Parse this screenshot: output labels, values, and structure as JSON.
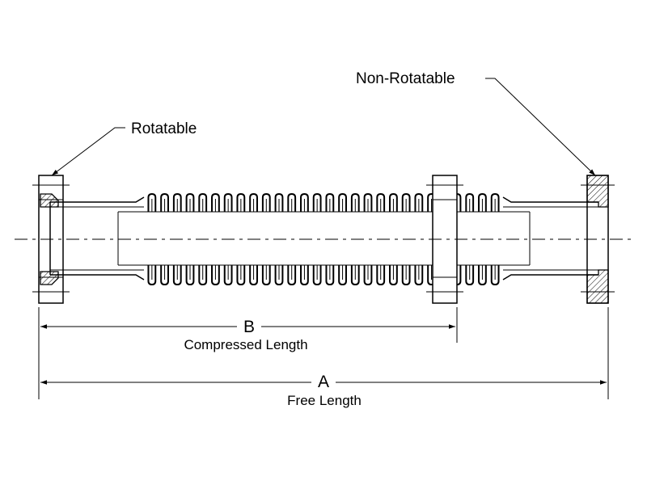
{
  "labels": {
    "rotatable": "Rotatable",
    "non_rotatable": "Non-Rotatable"
  },
  "dimensions": {
    "compressed": {
      "letter": "B",
      "caption": "Compressed Length"
    },
    "free": {
      "letter": "A",
      "caption": "Free Length"
    }
  },
  "bellows": {
    "convolution_count": 28
  }
}
